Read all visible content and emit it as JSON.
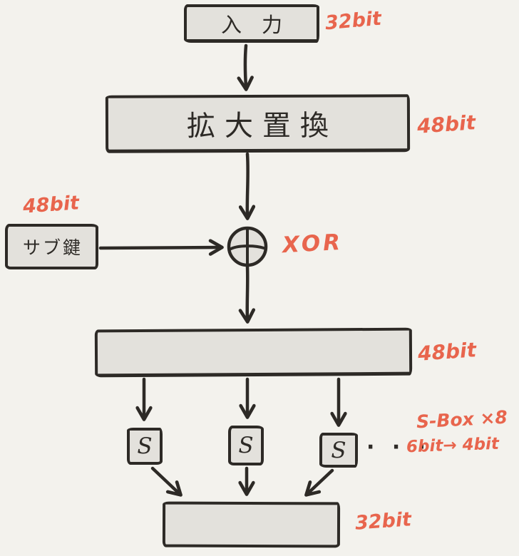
{
  "colors": {
    "background": "#f3f2ed",
    "box_fill": "#e3e1dc",
    "ink": "#2d2a26",
    "accent_red": "#e8654d"
  },
  "nodes": {
    "input": {
      "label": "入力",
      "bits": "32bit"
    },
    "expansion": {
      "label": "拡大置換",
      "bits": "48bit"
    },
    "subkey": {
      "label": "サブ鍵",
      "bits": "48bit"
    },
    "xor": {
      "label": "XOR"
    },
    "expanded": {
      "bits": "48bit"
    },
    "sboxes": {
      "letter": "S",
      "ellipsis": "· · ·",
      "count_note": "S-Box ×8",
      "mapping_note": "6bit→ 4bit"
    },
    "output": {
      "bits": "32bit"
    }
  }
}
